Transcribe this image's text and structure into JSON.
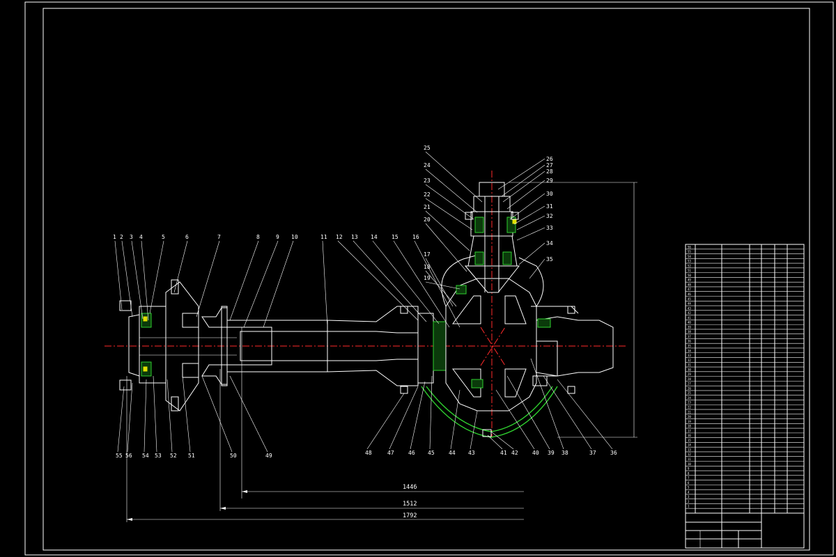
{
  "part_labels_top": [
    "1",
    "2",
    "3",
    "4",
    "5",
    "6",
    "7",
    "8",
    "9",
    "10",
    "11",
    "12",
    "13",
    "14",
    "15",
    "16",
    "17",
    "18",
    "19",
    "20",
    "21",
    "22",
    "23",
    "24",
    "25"
  ],
  "part_labels_right": [
    "26",
    "27",
    "28",
    "29",
    "30",
    "31",
    "32",
    "33",
    "34",
    "35"
  ],
  "part_labels_bottom": [
    "55",
    "56",
    "54",
    "53",
    "52",
    "51",
    "50",
    "49",
    "48",
    "47",
    "46",
    "45",
    "44",
    "43",
    "41",
    "42",
    "40",
    "39",
    "38",
    "37",
    "36"
  ],
  "dimensions": {
    "d1": "1446",
    "d2": "1512",
    "d3": "1792"
  },
  "colors": {
    "background": "#000000",
    "lines": "#ffffff",
    "hatch": "#2fd02f",
    "centerline": "#ff2a2a"
  },
  "bom_rows": [
    "56",
    "55",
    "54",
    "53",
    "52",
    "51",
    "50",
    "49",
    "48",
    "47",
    "46",
    "45",
    "44",
    "43",
    "42",
    "41",
    "40",
    "39",
    "38",
    "37",
    "36",
    "35",
    "34",
    "33",
    "32",
    "31",
    "30",
    "29",
    "28",
    "27",
    "26",
    "25",
    "24",
    "23",
    "22",
    "21",
    "20",
    "19",
    "18",
    "17",
    "16",
    "15",
    "14",
    "13",
    "12",
    "11",
    "10",
    "9",
    "8",
    "7",
    "6",
    "5",
    "4",
    "3",
    "2",
    "1"
  ]
}
